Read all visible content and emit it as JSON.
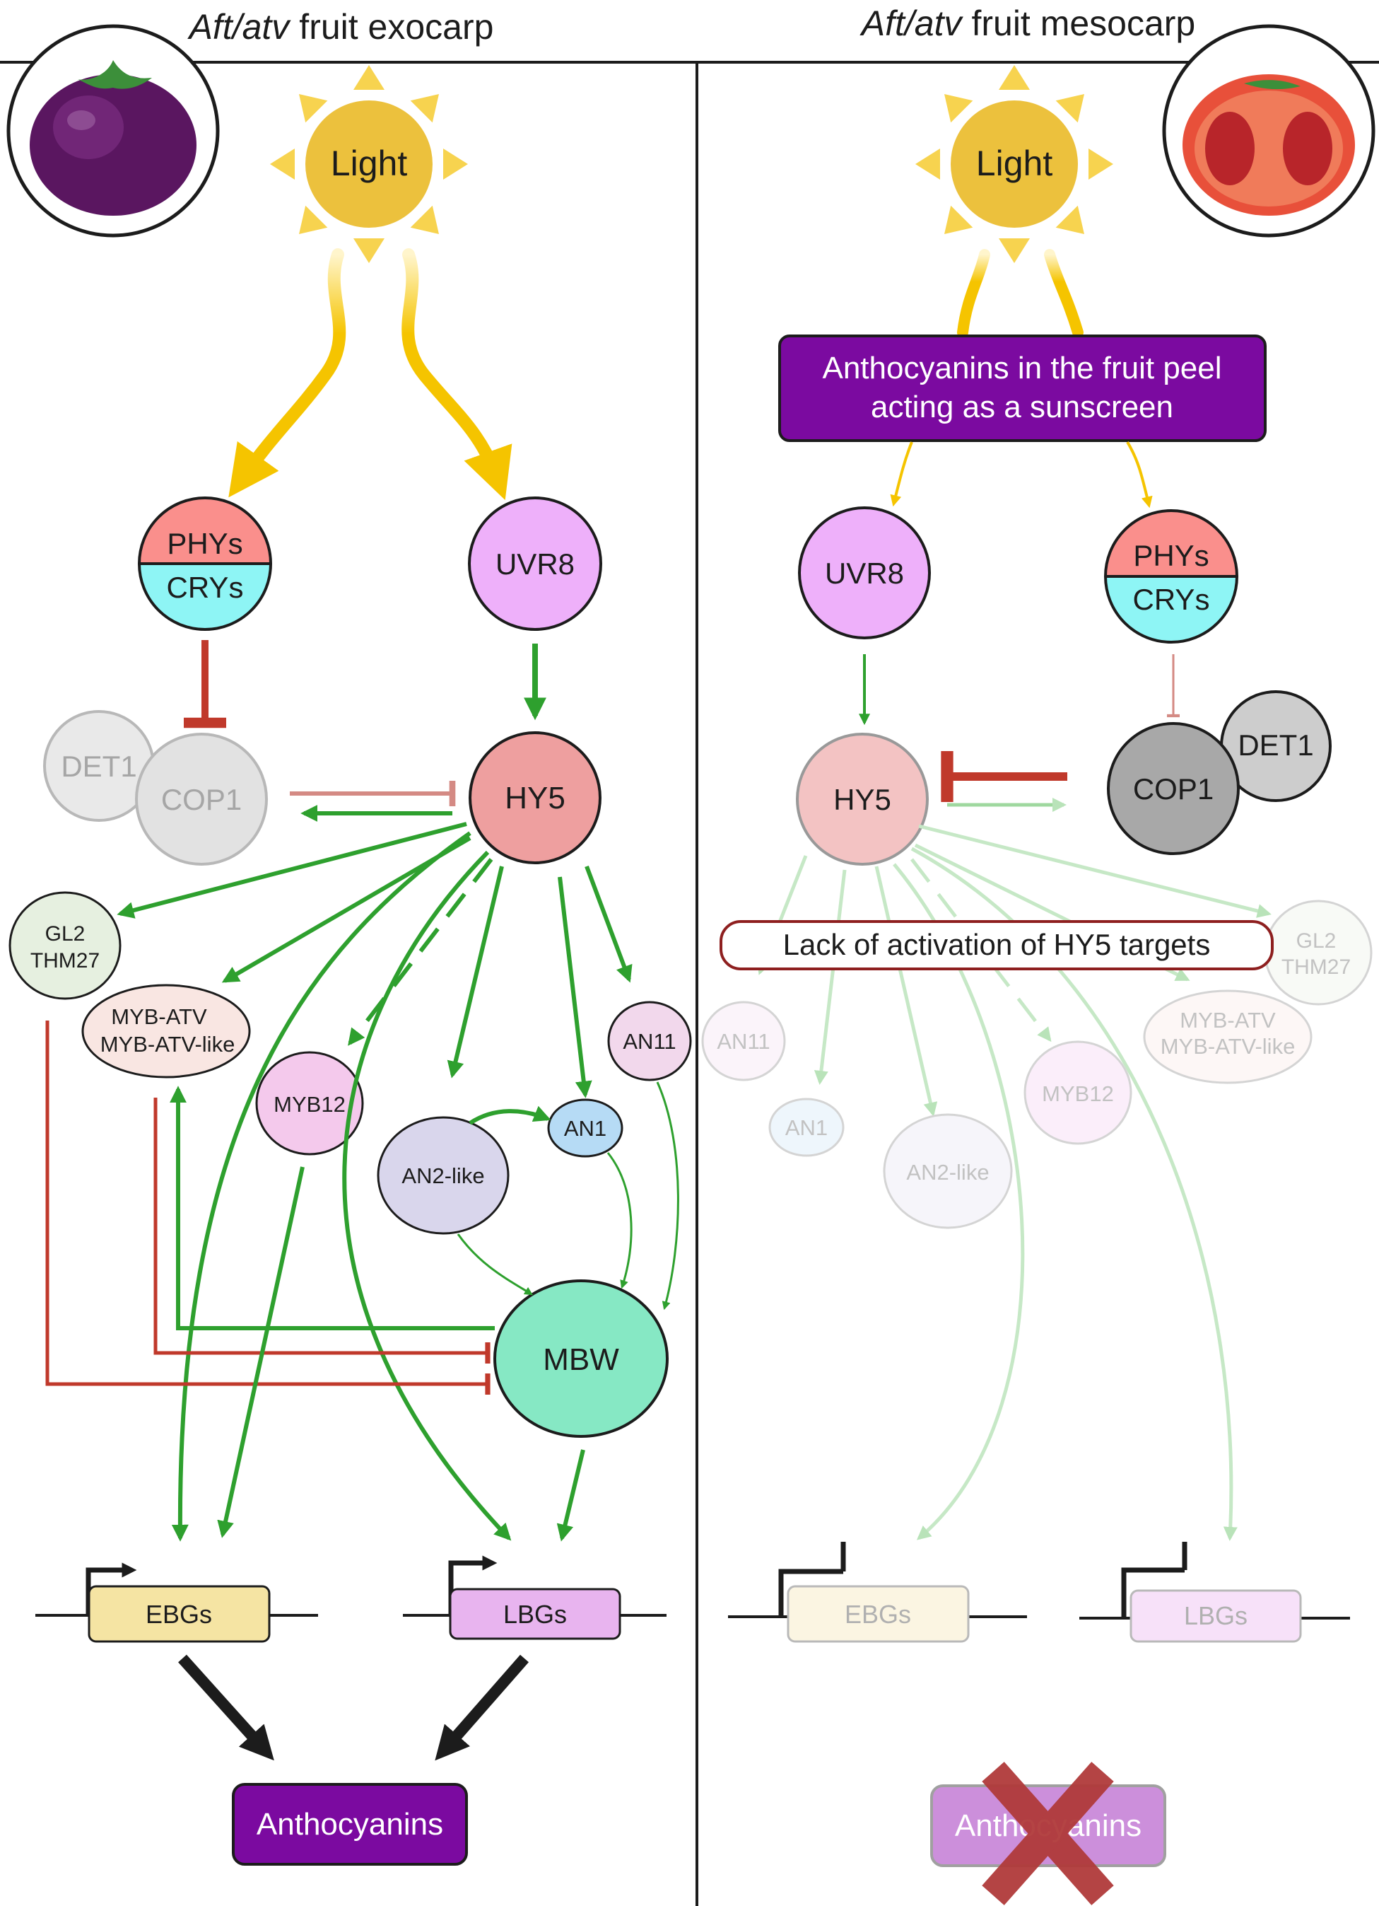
{
  "left_panel": {
    "title_italic": "Aft/atv",
    "title_rest": "fruit exocarp",
    "sun_label": "Light",
    "photoreceptor_top": "PHYs",
    "photoreceptor_bottom": "CRYs",
    "uvr8": "UVR8",
    "det1": "DET1",
    "cop1": "COP1",
    "hy5": "HY5",
    "gl2_line1": "GL2",
    "gl2_line2": "THM27",
    "myb_atv_line1": "MYB-ATV",
    "myb_atv_line2": "MYB-ATV-like",
    "myb12": "MYB12",
    "an11": "AN11",
    "an1": "AN1",
    "an2_like": "AN2-like",
    "mbw": "MBW",
    "ebgs": "EBGs",
    "lbgs": "LBGs",
    "anthocyanins": "Anthocyanins"
  },
  "right_panel": {
    "title_italic": "Aft/atv",
    "title_rest": "fruit mesocarp",
    "sun_label": "Light",
    "sunscreen_line1": "Anthocyanins in the fruit peel",
    "sunscreen_line2": "acting as a sunscreen",
    "uvr8": "UVR8",
    "photoreceptor_top": "PHYs",
    "photoreceptor_bottom": "CRYs",
    "det1": "DET1",
    "cop1": "COP1",
    "hy5": "HY5",
    "lack_label": "Lack of activation of HY5 targets",
    "gl2_line1": "GL2",
    "gl2_line2": "THM27",
    "myb_atv_line1": "MYB-ATV",
    "myb_atv_line2": "MYB-ATV-like",
    "myb12": "MYB12",
    "an11": "AN11",
    "an1": "AN1",
    "an2_like": "AN2-like",
    "ebgs": "EBGs",
    "lbgs": "LBGs",
    "anthocyanins": "Anthocyanins"
  },
  "colors": {
    "activation": "#2ea02e",
    "repression": "#c0392b",
    "sun": "#ecc13d",
    "sunscreen_box": "#7b0aa0",
    "mbw": "#86e8c4",
    "cross": "#b03a3a"
  }
}
